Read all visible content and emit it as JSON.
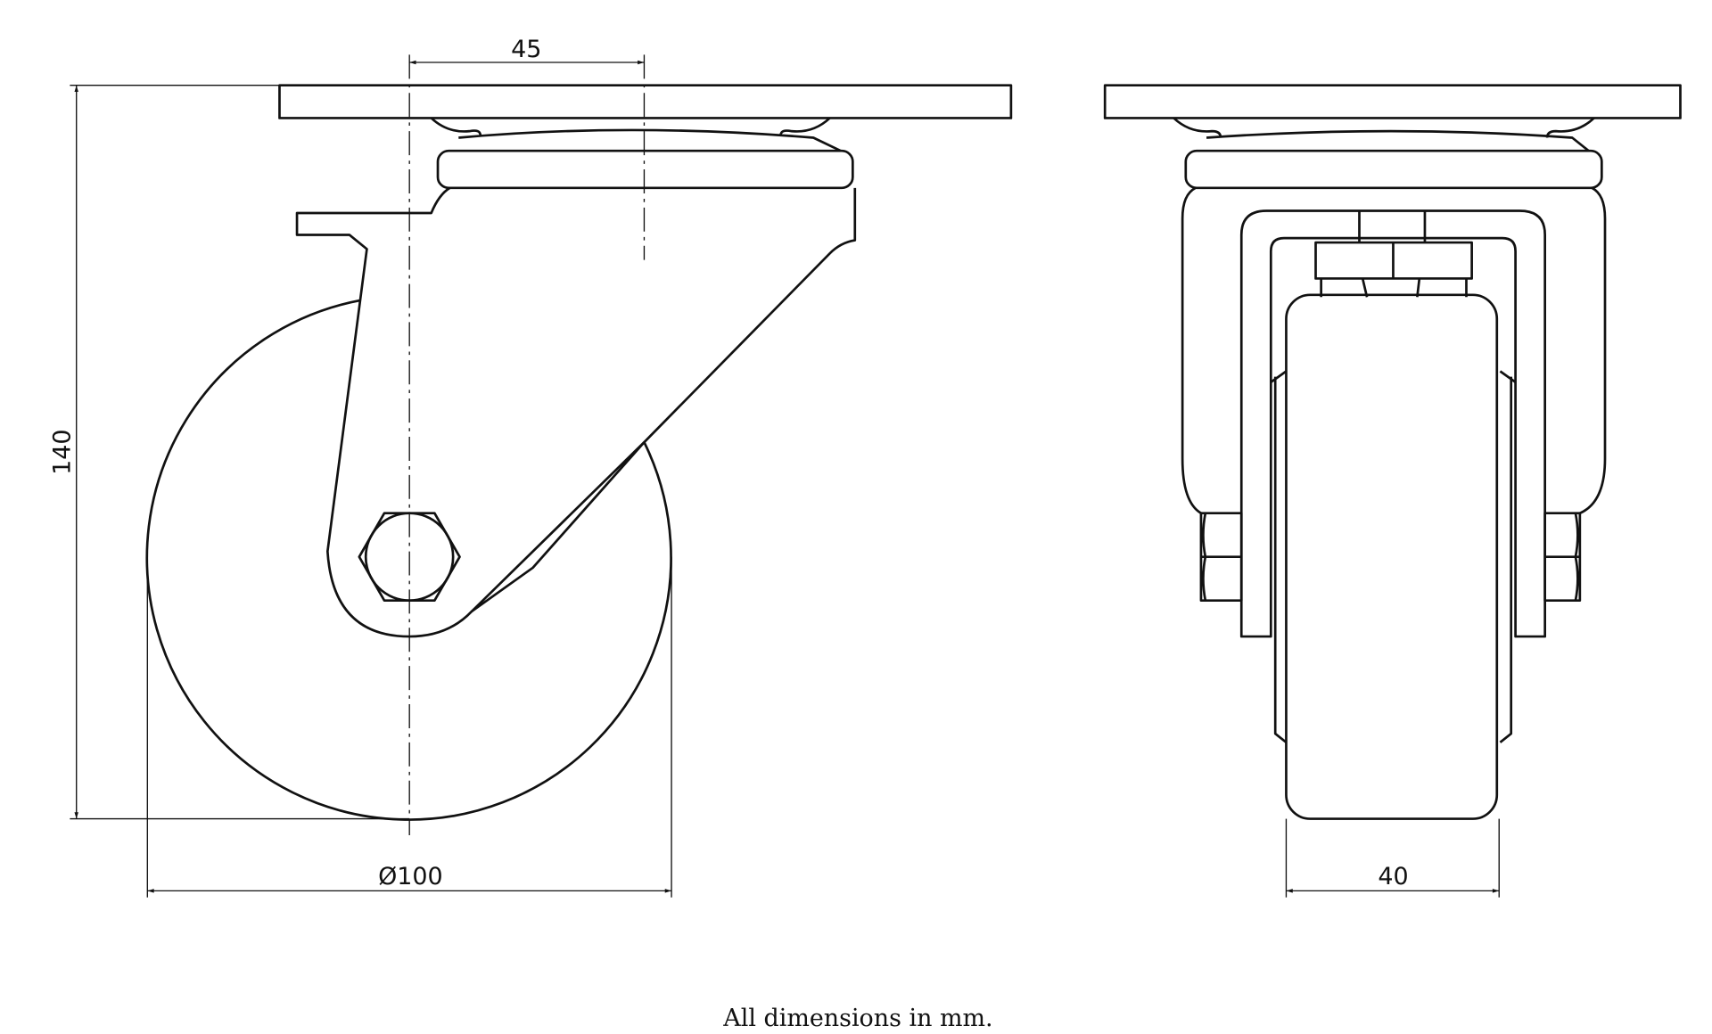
{
  "dimensions": {
    "offset": "45",
    "height": "140",
    "wheel_diameter": "Ø100",
    "wheel_width": "40"
  },
  "note": "All dimensions in mm."
}
